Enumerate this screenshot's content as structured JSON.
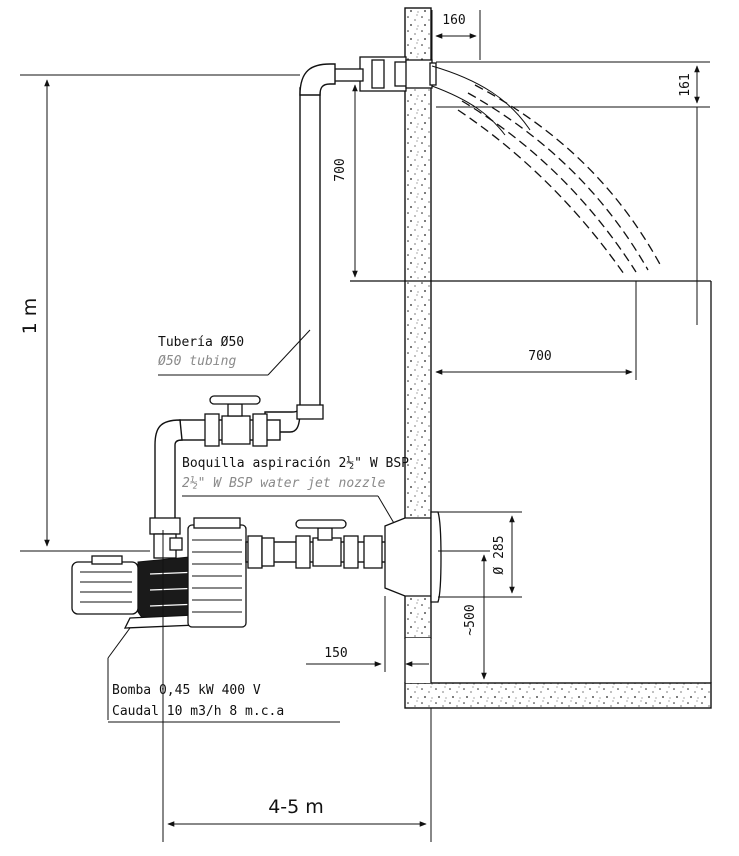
{
  "labels": {
    "pipe_es": "Tubería Ø50",
    "pipe_en": "Ø50 tubing",
    "nozzle_es": "Boquilla aspiración 2½\" W BSP",
    "nozzle_en": "2½\" W BSP water jet nozzle",
    "pump_line1": "Bomba 0,45 kW 400 V",
    "pump_line2": "Caudal 10 m3/h 8 m.c.a"
  },
  "dimensions": {
    "d160": "160",
    "d161": "161",
    "d700_vertical": "700",
    "d700_horizontal": "700",
    "height_1m": "1 m",
    "d285": "Ø 285",
    "d500": "~500",
    "d150": "150",
    "distance": "4-5 m"
  }
}
